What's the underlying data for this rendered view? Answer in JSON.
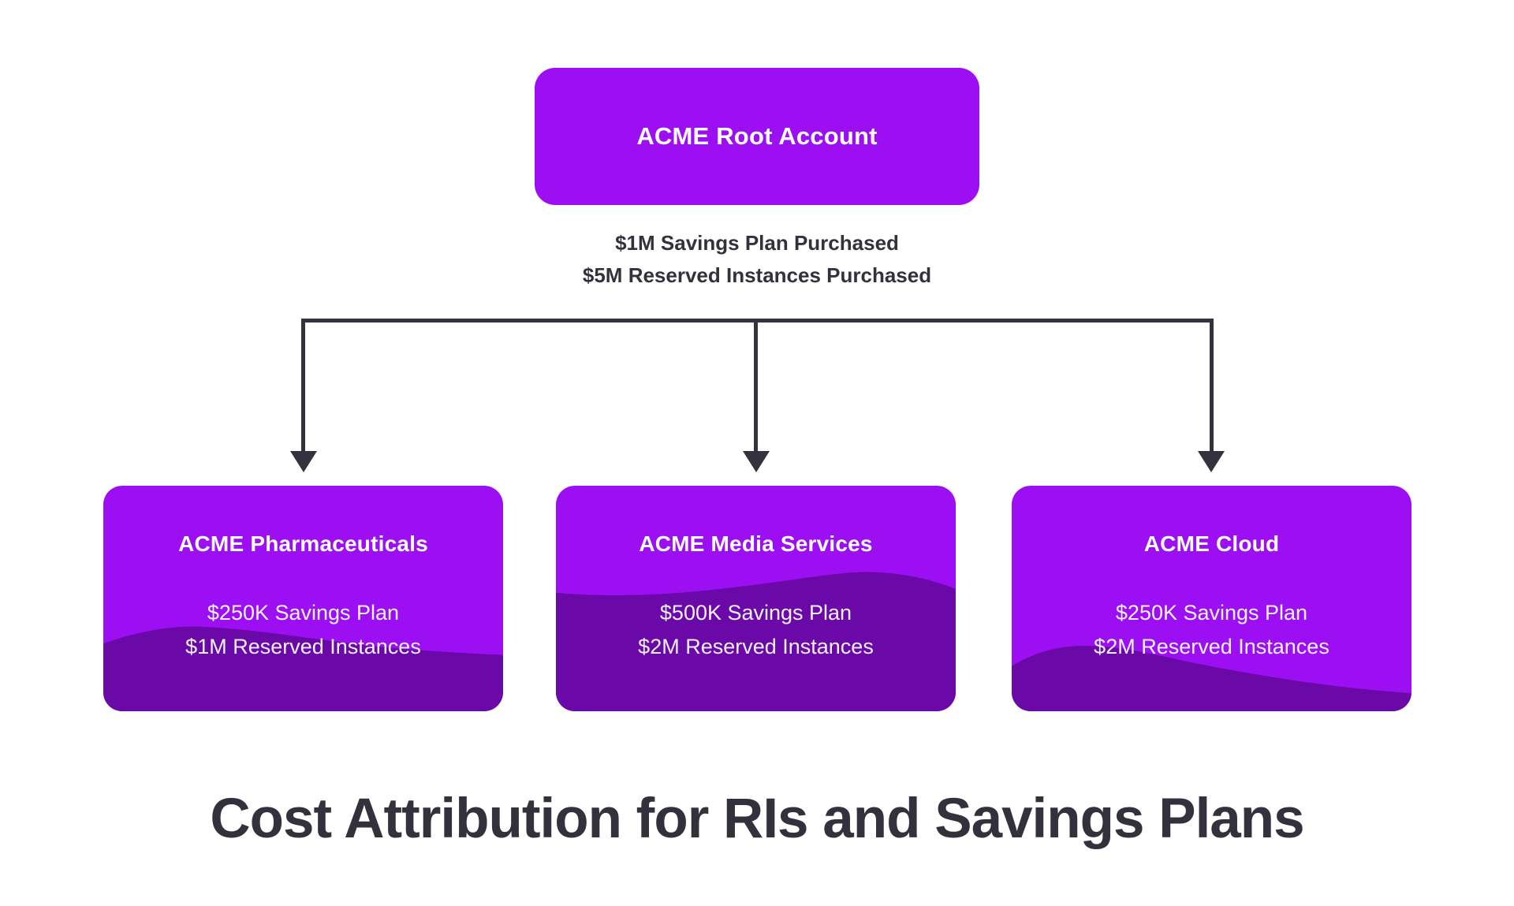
{
  "colors": {
    "card_purple": "#9D0FF3",
    "wave_purple": "#6A09A8",
    "heading_dark": "#32323C",
    "connector_dark": "#33333D",
    "card_text": "#FFFFFF"
  },
  "root_account": {
    "title": "ACME Root Account"
  },
  "purchase_summary": {
    "line1": "$1M Savings Plan Purchased",
    "line2": "$5M Reserved Instances Purchased"
  },
  "accounts": [
    {
      "name": "ACME Pharmaceuticals",
      "savings_plan": "$250K Savings Plan",
      "reserved_instances": "$1M Reserved Instances"
    },
    {
      "name": "ACME Media Services",
      "savings_plan": "$500K Savings Plan",
      "reserved_instances": "$2M Reserved Instances"
    },
    {
      "name": "ACME Cloud",
      "savings_plan": "$250K Savings Plan",
      "reserved_instances": "$2M Reserved Instances"
    }
  ],
  "footer": {
    "title": "Cost Attribution for RIs and Savings Plans"
  }
}
